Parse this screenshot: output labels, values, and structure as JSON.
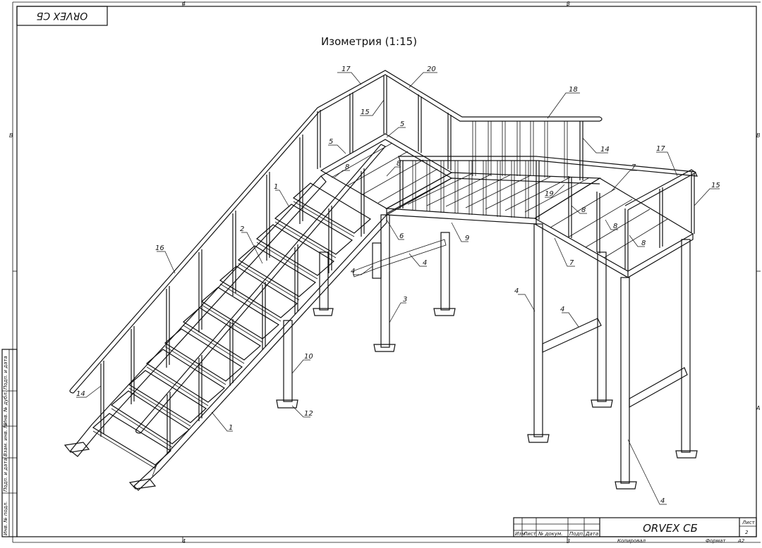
{
  "view_title": "Изометрия (1:15)",
  "top_stamp": "ORVEX СБ",
  "title_block": {
    "designation": "ORVEX СБ",
    "sheet_label": "Лист",
    "sheet_number": "2",
    "columns": [
      "Изм",
      "Лист",
      "№ докум.",
      "Подп.",
      "Дата"
    ],
    "copied": "Копировал",
    "format_label": "Формат",
    "format_value": "A2"
  },
  "zone_markers": {
    "top": [
      "4",
      "3"
    ],
    "bottom": [
      "4",
      "3"
    ],
    "left": [
      "B"
    ],
    "right": [
      "B",
      "A"
    ]
  },
  "side_strip": [
    "Инв. № подл.",
    "Подп. и дата",
    "Взам. инв. №",
    "Инв. № дубл.",
    "Подп. и дата"
  ],
  "callouts": [
    "17",
    "20",
    "18",
    "15",
    "5",
    "5",
    "14",
    "17",
    "7",
    "15",
    "1",
    "8",
    "8",
    "19",
    "2",
    "8",
    "8",
    "6",
    "9",
    "8",
    "4",
    "16",
    "4",
    "7",
    "3",
    "4",
    "4",
    "10",
    "14",
    "12",
    "1",
    "4"
  ]
}
